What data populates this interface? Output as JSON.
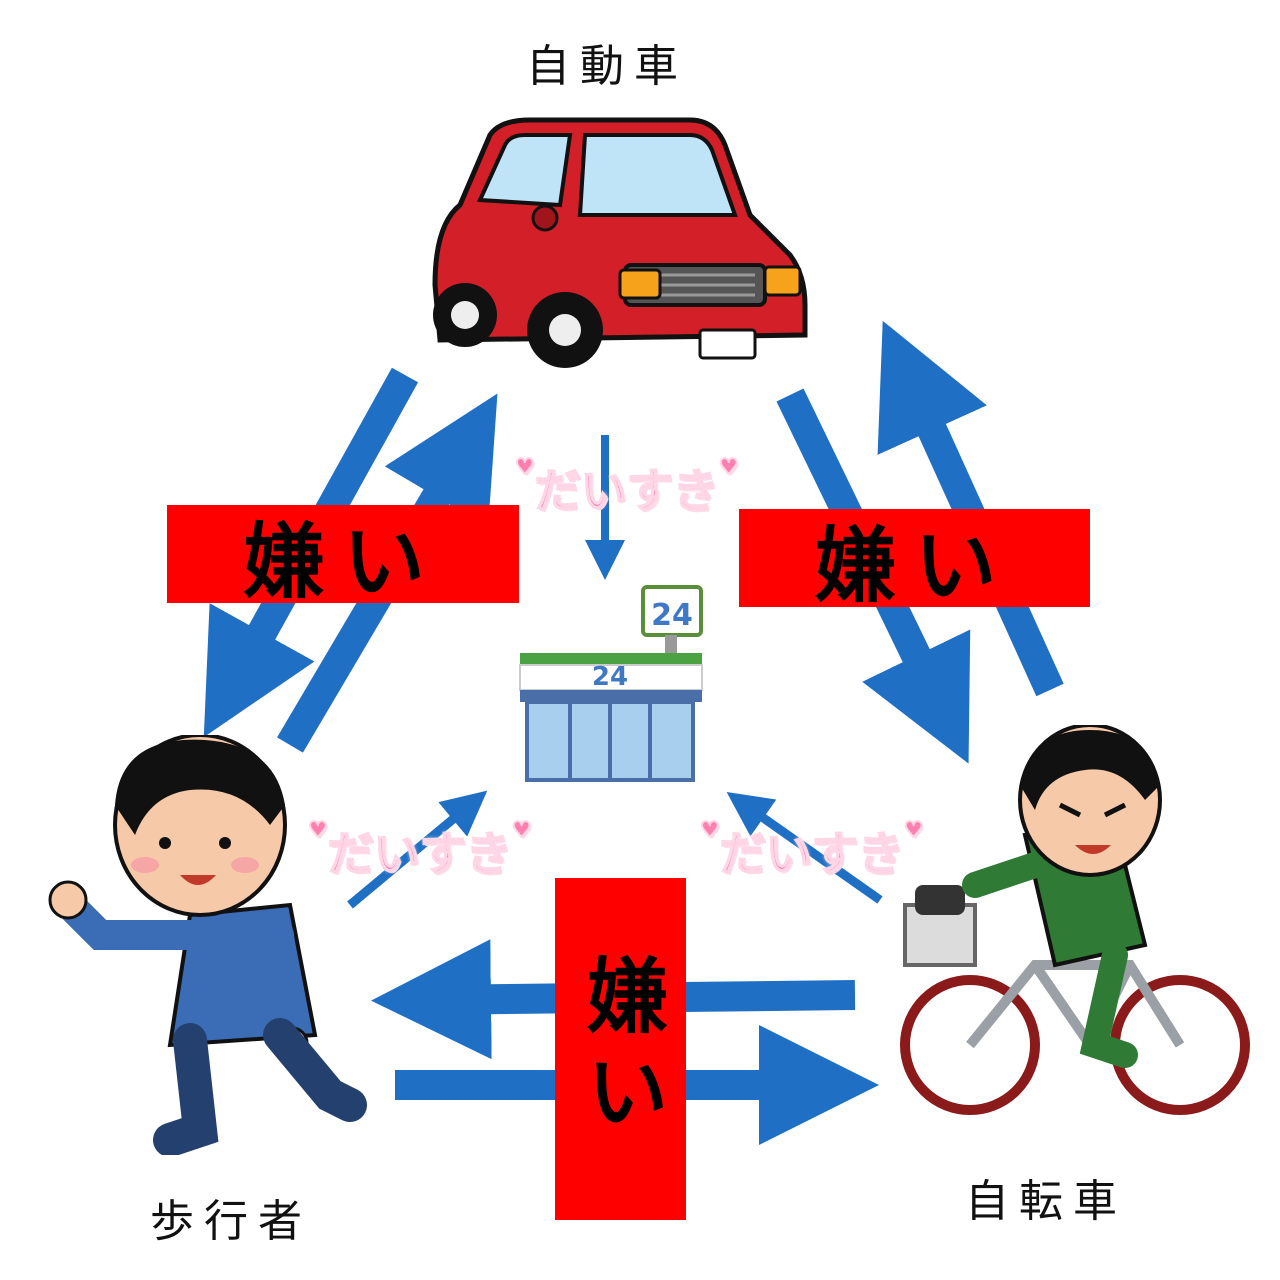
{
  "nodes": {
    "car": {
      "label": "自動車"
    },
    "pedestrian": {
      "label": "歩行者"
    },
    "bicycle": {
      "label": "自転車"
    }
  },
  "relations": {
    "hate_car_pedestrian": "嫌い",
    "hate_car_bicycle": "嫌い",
    "hate_pedestrian_bicycle": "嫌い"
  },
  "love": {
    "car_to_store": "だいすき",
    "pedestrian_to_store": "だいすき",
    "bicycle_to_store": "だいすき"
  },
  "store": {
    "sign_number": "24",
    "front_number": "24"
  },
  "colors": {
    "arrow": "#1f6fc4",
    "hate_box": "#ff0000",
    "love_text": "#ff5fa0",
    "car_body": "#d21f28"
  }
}
